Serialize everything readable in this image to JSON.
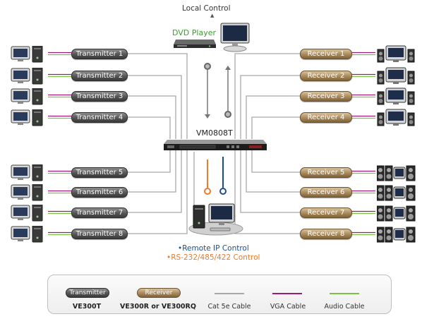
{
  "top": {
    "local_control": "Local Control",
    "dvd_player": "DVD Player",
    "switch_name": "VM0808T"
  },
  "transmitters": [
    "Transmitter 1",
    "Transmitter 2",
    "Transmitter 3",
    "Transmitter 4",
    "Transmitter 5",
    "Transmitter 6",
    "Transmitter 7",
    "Transmitter 8"
  ],
  "receivers": [
    "Receiver 1",
    "Receiver 2",
    "Receiver 3",
    "Receiver 4",
    "Receiver 5",
    "Receiver 6",
    "Receiver 7",
    "Receiver 8"
  ],
  "remote": {
    "ip_control": "Remote IP Control",
    "serial_control": "RS-232/485/422 Control"
  },
  "legend": {
    "transmitter_pill": "Transmitter",
    "transmitter_model": "VE300T",
    "receiver_pill": "Receiver",
    "receiver_model": "VE300R or VE300RQ",
    "cat5e": "Cat 5e Cable",
    "vga": "VGA Cable",
    "audio": "Audio Cable"
  },
  "colors": {
    "cat5e_cable": "#a9a9a9",
    "vga_cable": "#9b1d78",
    "audio_cable": "#7cc242",
    "ip_blue": "#1f4d8c",
    "serial_orange": "#ee7a2a",
    "dvd_green": "#3e9b33"
  },
  "icons": {
    "source": "computer-icon",
    "display_sd": "monitor-speakers-icon",
    "display_hd": "tv-speakers-icon",
    "dvd": "dvd-player-icon",
    "local": "monitor-icon",
    "remote": "workstation-icon"
  }
}
